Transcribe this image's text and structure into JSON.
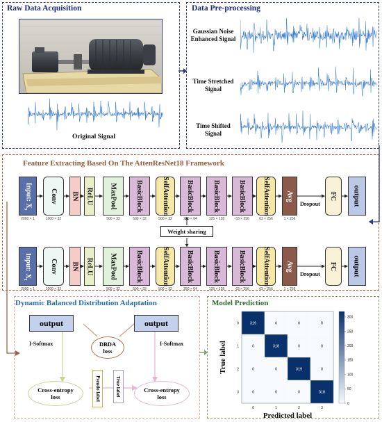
{
  "panels": {
    "raw": {
      "title": "Raw Data Acquisition",
      "original_label": "Original Signal"
    },
    "pre": {
      "title": "Data Pre-processing",
      "signals": [
        {
          "label_lines": [
            "Gaussian Noise",
            "Enhanced Signal"
          ]
        },
        {
          "label_lines": [
            "Time Stretched",
            "Signal"
          ]
        },
        {
          "label_lines": [
            "Time Shifted",
            "Signal"
          ]
        }
      ]
    },
    "feature": {
      "title": "Feature Extracting Based On The AttenResNet18 Framework"
    },
    "dbda": {
      "title": "Dynamic Balanced Distribution Adaptation"
    },
    "pred": {
      "title": "Model Prediction"
    }
  },
  "network": {
    "blocks": [
      {
        "label": "Conv",
        "dim": "1000 × 32"
      },
      {
        "label": "BN",
        "dim": ""
      },
      {
        "label": "ReLU",
        "dim": ""
      },
      {
        "label": "MaxPool",
        "dim": "500 × 32"
      },
      {
        "label": "BasicBlock",
        "dim": "500 × 32"
      },
      {
        "label": "SelfAttention",
        "dim": "500 × 32"
      },
      {
        "label": "BasicBlock",
        "dim": "250 × 64"
      },
      {
        "label": "BasicBlock",
        "dim": "125 × 128"
      },
      {
        "label": "BasicBlock",
        "dim": "63 × 256"
      },
      {
        "label": "SelfAttention",
        "dim": "63 × 256"
      },
      {
        "label": "Avg",
        "dim": "1 × 256"
      },
      {
        "label": "FC",
        "dim": ""
      },
      {
        "label": "output",
        "dim": ""
      }
    ],
    "input_label": "Input: X",
    "input_sub_top": "s",
    "input_sub_bottom": "t",
    "input_dim": "2000 × 1",
    "dropout": "Dropout",
    "weight_sharing": "Weight sharing"
  },
  "dbda": {
    "output_left": "output",
    "output_right": "output",
    "isoftmax_left": "I-Softmax",
    "isoftmax_right": "I-Softmax",
    "loss_center": [
      "DBDA",
      "loss"
    ],
    "ce_left": [
      "Cross-entropy",
      "loss"
    ],
    "ce_right": [
      "Cross-entropy",
      "loss"
    ],
    "pseudo_label": "Pseudo label",
    "true_label": "True label"
  },
  "chart_data": {
    "type": "heatmap",
    "rows": [
      "0",
      "1",
      "2",
      "3"
    ],
    "columns": [
      "0",
      "1",
      "2",
      "3"
    ],
    "values": [
      [
        319,
        0,
        0,
        0
      ],
      [
        0,
        318,
        0,
        0
      ],
      [
        0,
        0,
        319,
        0
      ],
      [
        0,
        0,
        0,
        318
      ]
    ],
    "xlabel": "Predicted label",
    "ylabel": "True label",
    "colorbar_ticks": [
      "300",
      "250",
      "200",
      "150",
      "100",
      "50",
      "0"
    ],
    "colorbar_range": [
      0,
      319
    ],
    "colormap": [
      "#f7fbff",
      "#08306b"
    ]
  },
  "colors": {
    "navy_dash": "#2e3a7a",
    "brown_dash": "#b0603a",
    "green_dash": "#8aa468",
    "raw_title": "#1a2a7a",
    "feature_title": "#9c5a3a",
    "dbda_title": "#2a6bb0",
    "pred_title": "#2f6b2a",
    "signal": "#3f7fd0",
    "input_fill": "#5a6fa8",
    "conv_fill": "#eef7f3",
    "bn_fill": "#f5ccc8",
    "relu_fill": "#e9efc8",
    "maxpool_fill": "#e2f1dc",
    "basic_fill": "#d8b9d8",
    "selfatt_fill": "#f7e8a8",
    "avg_fill": "#8c5a4a",
    "fc_fill": "#f7f2d6",
    "output_fill": "#bcc9e6",
    "ce_left_stroke": "#c7d39a",
    "ce_right_stroke": "#e3b8d3",
    "dbda_stroke": "#a37a5a"
  }
}
